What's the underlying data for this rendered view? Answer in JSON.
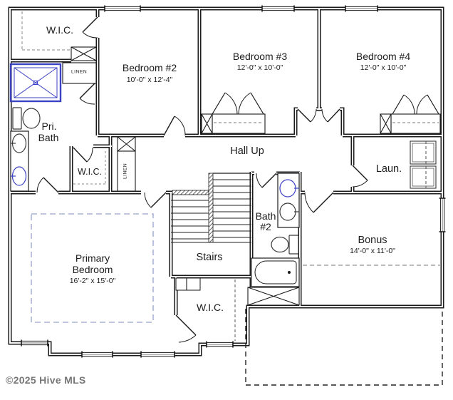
{
  "floorplan": {
    "watermark": "©2025 Hive MLS",
    "rooms": {
      "wic_top": {
        "name": "W.I.C."
      },
      "bedroom2": {
        "name": "Bedroom #2",
        "dims": "10'-0\" x 12'-4\""
      },
      "bedroom3": {
        "name": "Bedroom #3",
        "dims": "12'-0\" x 10'-0\""
      },
      "bedroom4": {
        "name": "Bedroom #4",
        "dims": "12'-0\" x 10'-0\""
      },
      "pri_bath": {
        "name1": "Pri.",
        "name2": "Bath"
      },
      "linen_top": {
        "name": "LINEN"
      },
      "wic_mid": {
        "name": "W.I.C."
      },
      "linen_mid": {
        "name": "LINEN"
      },
      "hall": {
        "name": "Hall Up"
      },
      "laundry": {
        "name": "Laun."
      },
      "bath2": {
        "name1": "Bath",
        "name2": "#2"
      },
      "stairs": {
        "name": "Stairs"
      },
      "primary": {
        "name1": "Primary",
        "name2": "Bedroom",
        "dims": "16'-2\" x 15'-0\""
      },
      "bonus": {
        "name": "Bonus",
        "dims": "14'-0\" x 11'-0\""
      },
      "wic_bottom": {
        "name": "W.I.C."
      }
    },
    "colors": {
      "wall": "#1a1a1a",
      "fixture_blue": "#3a41c2",
      "tray_dash": "#98a2c8",
      "watermark_gray": "#777777"
    }
  }
}
